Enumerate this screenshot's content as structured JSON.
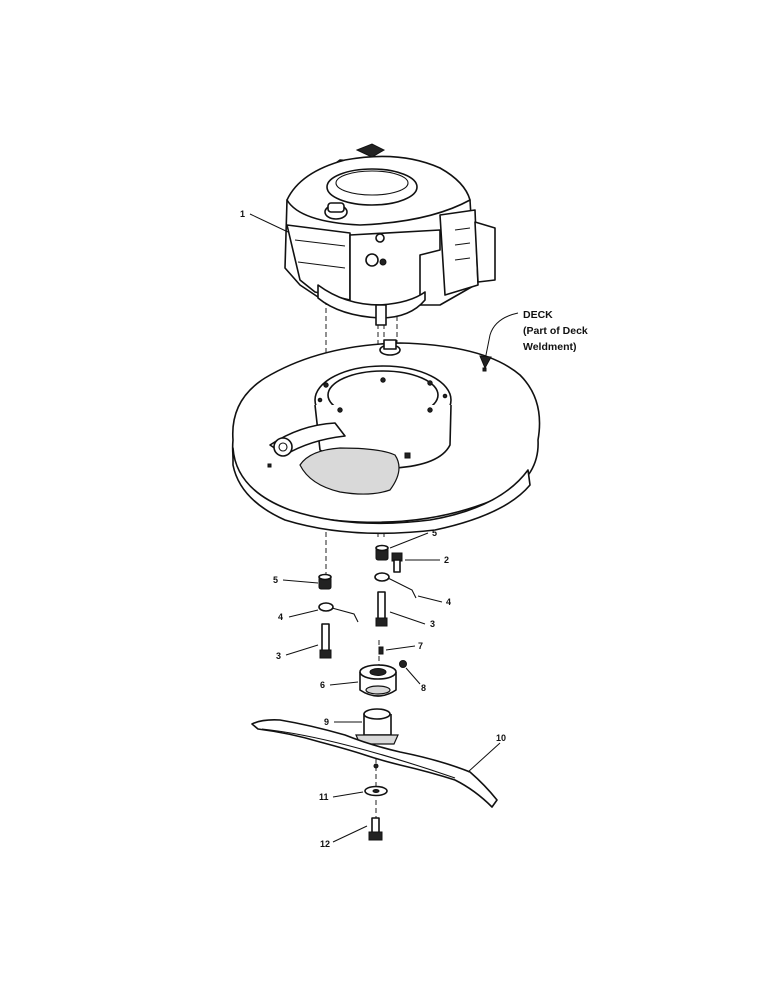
{
  "deck_label": {
    "line1": "DECK",
    "line2": "(Part of Deck",
    "line3": "Weldment)"
  },
  "callouts": {
    "engine": "1",
    "bolt_right": "2",
    "bolt_right_long": "3",
    "bolt_left": "3",
    "clip_right": "4",
    "clip_left": "4",
    "spacer_right": "5",
    "spacer_left": "5",
    "adapter": "6",
    "key": "7",
    "setscrew": "8",
    "blade_adapter": "9",
    "blade": "10",
    "washer": "11",
    "blade_bolt": "12"
  }
}
